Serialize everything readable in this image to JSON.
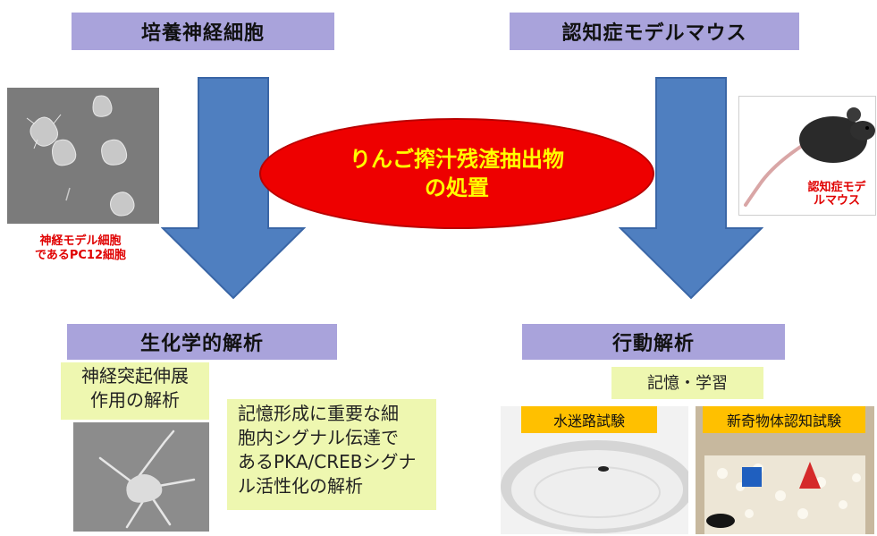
{
  "headers": {
    "left_top": "培養神経細胞",
    "right_top": "認知症モデルマウス",
    "left_bottom": "生化学的解析",
    "right_bottom": "行動解析"
  },
  "center_oval": {
    "line1": "りんご搾汁残渣抽出物",
    "line2": "の処置",
    "fill_color": "#ee0000",
    "text_color": "#ffff00"
  },
  "labels": {
    "pc12_line1": "神経モデル細胞",
    "pc12_line2": "であるPC12細胞",
    "mouse_line1": "認知症モデ",
    "mouse_line2": "ルマウス"
  },
  "boxes": {
    "neurite_line1": "神経突起伸展",
    "neurite_line2": "作用の解析",
    "creb_line1": "記憶形成に重要な細",
    "creb_line2": "胞内シグナル伝達で",
    "creb_line3": "あるPKA/CREBシグナ",
    "creb_line4": "ル活性化の解析",
    "memory": "記憶・学習"
  },
  "tests": {
    "water_maze": "水迷路試験",
    "novel_object": "新奇物体認知試験"
  },
  "colors": {
    "header_bg": "#a9a3db",
    "arrow": "#4f7fc0",
    "green_box": "#eef7b0",
    "tag": "#ffc000"
  }
}
